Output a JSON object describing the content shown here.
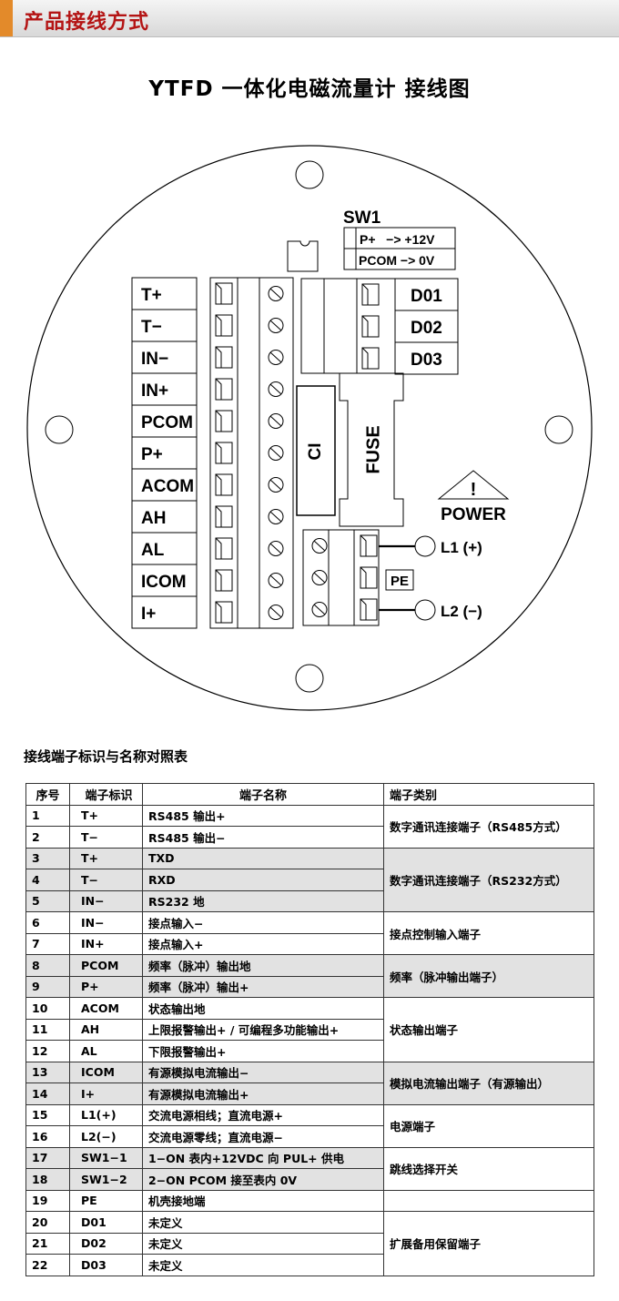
{
  "banner": {
    "title": "产品接线方式"
  },
  "diagram": {
    "title": "YTFD 一体化电磁流量计 接线图",
    "left_terminals": [
      "T+",
      "T−",
      "IN−",
      "IN+",
      "PCOM",
      "P+",
      "ACOM",
      "AH",
      "AL",
      "ICOM",
      "I+"
    ],
    "right_terminals": [
      "D01",
      "D02",
      "D03"
    ],
    "sw1": {
      "label": "SW1",
      "row1": "P+   −> +12V",
      "row2": "PCOM −> 0V"
    },
    "ci_label": "CI",
    "fuse_label": "FUSE",
    "power_label": "POWER",
    "power_mark": "!",
    "pe_label": "PE",
    "l1_label": "L1 (+)",
    "l2_label": "L2 (−)"
  },
  "section_title": "接线端子标识与名称对照表",
  "table": {
    "headers": [
      "序号",
      "端子标识",
      "端子名称",
      "端子类别"
    ],
    "rows": [
      {
        "no": "1",
        "id": "T+",
        "name": "RS485 输出+"
      },
      {
        "no": "2",
        "id": "T−",
        "name": "RS485 输出−"
      },
      {
        "no": "3",
        "id": "T+",
        "name": "TXD"
      },
      {
        "no": "4",
        "id": "T−",
        "name": "RXD"
      },
      {
        "no": "5",
        "id": "IN−",
        "name": "RS232 地"
      },
      {
        "no": "6",
        "id": "IN−",
        "name": "接点输入−"
      },
      {
        "no": "7",
        "id": "IN+",
        "name": "接点输入+"
      },
      {
        "no": "8",
        "id": "PCOM",
        "name": "频率（脉冲）输出地"
      },
      {
        "no": "9",
        "id": "P+",
        "name": "频率（脉冲）输出+"
      },
      {
        "no": "10",
        "id": "ACOM",
        "name": "状态输出地"
      },
      {
        "no": "11",
        "id": "AH",
        "name": "上限报警输出+ / 可编程多功能输出+"
      },
      {
        "no": "12",
        "id": "AL",
        "name": "下限报警输出+"
      },
      {
        "no": "13",
        "id": "ICOM",
        "name": "有源模拟电流输出−"
      },
      {
        "no": "14",
        "id": "I+",
        "name": "有源模拟电流输出+"
      },
      {
        "no": "15",
        "id": "L1(+)",
        "name": "交流电源相线；直流电源+"
      },
      {
        "no": "16",
        "id": "L2(−)",
        "name": "交流电源零线；直流电源−"
      },
      {
        "no": "17",
        "id": "SW1−1",
        "name": "1−ON 表内+12VDC 向 PUL+ 供电"
      },
      {
        "no": "18",
        "id": "SW1−2",
        "name": "2−ON PCOM 接至表内 0V"
      },
      {
        "no": "19",
        "id": "PE",
        "name": "机壳接地端"
      },
      {
        "no": "20",
        "id": "D01",
        "name": "未定义"
      },
      {
        "no": "21",
        "id": "D02",
        "name": "未定义"
      },
      {
        "no": "22",
        "id": "D03",
        "name": "未定义"
      }
    ],
    "categories": [
      "数字通讯连接端子（RS485方式）",
      "数字通讯连接端子（RS232方式）",
      "接点控制输入端子",
      "频率（脉冲输出端子）",
      "状态输出端子",
      "模拟电流输出端子（有源输出）",
      "电源端子",
      "跳线选择开关",
      "",
      "扩展备用保留端子"
    ]
  }
}
